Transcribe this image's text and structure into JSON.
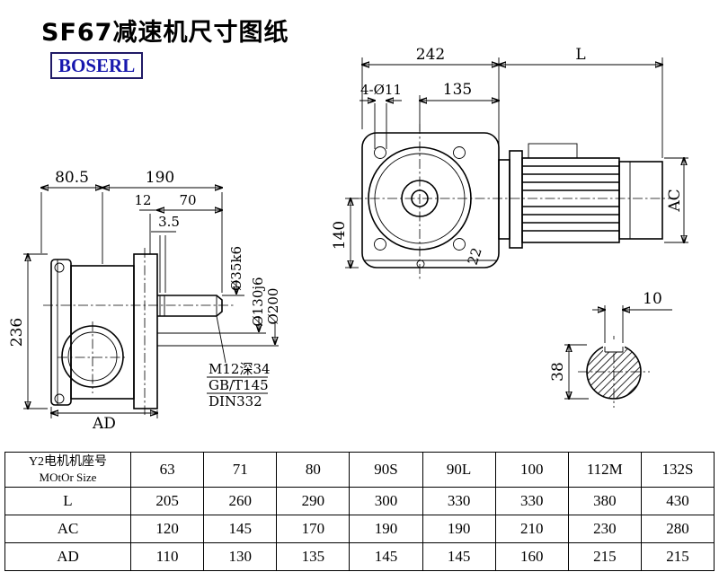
{
  "title": "SF67减速机尺寸图纸",
  "logo": "BOSERL",
  "front_view": {
    "dim_242": "242",
    "dim_L": "L",
    "dim_bolt_holes": "4-Ø11",
    "dim_135": "135",
    "dim_140": "140",
    "dim_22": "22",
    "dim_AC": "AC"
  },
  "side_view": {
    "dim_80_5": "80.5",
    "dim_190": "190",
    "dim_12": "12",
    "dim_70": "70",
    "dim_3_5": "3.5",
    "dim_236": "236",
    "dim_AD": "AD",
    "dim_shaft_dia": "Ø35k6",
    "dim_spigot_dia": "Ø130j6",
    "dim_flange_dia": "Ø200",
    "note_thread": "M12深34",
    "note_standard1": "GB/T145",
    "note_standard2": "DIN332"
  },
  "shaft_section": {
    "dim_key_width": "10",
    "dim_height": "38"
  },
  "table": {
    "header_label_line1": "Y2电机机座号",
    "header_label_line2": "MOtOr Size",
    "motor_sizes": [
      "63",
      "71",
      "80",
      "90S",
      "90L",
      "100",
      "112M",
      "132S"
    ],
    "rows": [
      {
        "label": "L",
        "values": [
          "205",
          "260",
          "290",
          "300",
          "330",
          "330",
          "380",
          "430"
        ]
      },
      {
        "label": "AC",
        "values": [
          "120",
          "145",
          "170",
          "190",
          "190",
          "210",
          "230",
          "280"
        ]
      },
      {
        "label": "AD",
        "values": [
          "110",
          "130",
          "135",
          "145",
          "145",
          "160",
          "215",
          "215"
        ]
      }
    ]
  }
}
